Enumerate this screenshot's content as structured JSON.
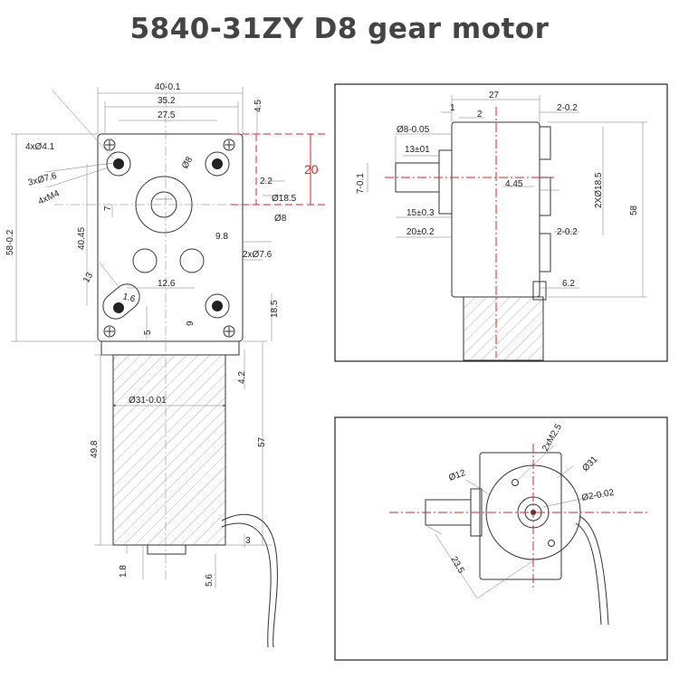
{
  "title": "5840-31ZY D8 gear motor",
  "colors": {
    "centerline": "#d9262b",
    "outline": "#333333",
    "text": "#444444"
  },
  "front_view": {
    "top": [
      "40-0.1",
      "35.2",
      "27.5",
      "4.5"
    ],
    "holes": [
      "4xØ4.1",
      "3xØ7.6",
      "4xM4"
    ],
    "shaft": [
      "Ø8",
      "Ø18.5",
      "Ø8",
      "7",
      "2.2"
    ],
    "vertical": [
      "58-0.2",
      "40.45"
    ],
    "lower": [
      "13",
      "1.6",
      "12.6",
      "9.8",
      "2xØ7.6",
      "18.5",
      "5",
      "9"
    ],
    "highlight": "20",
    "motor": [
      "Ø31-0.01",
      "49.8",
      "4.2",
      "57",
      "3",
      "1.8",
      "5.6"
    ]
  },
  "side_view": {
    "labels": [
      "27",
      "1",
      "2",
      "2-0.2",
      "Ø8-0.05",
      "13±01",
      "7-0.1",
      "4.45",
      "2XØ18.5",
      "58",
      "15±0.3",
      "20±0.2",
      "2-0.2",
      "6.2"
    ]
  },
  "bottom_view": {
    "labels": [
      "2xM2.5",
      "Ø31",
      "Ø12",
      "Ø2-0.02",
      "23.5"
    ]
  }
}
